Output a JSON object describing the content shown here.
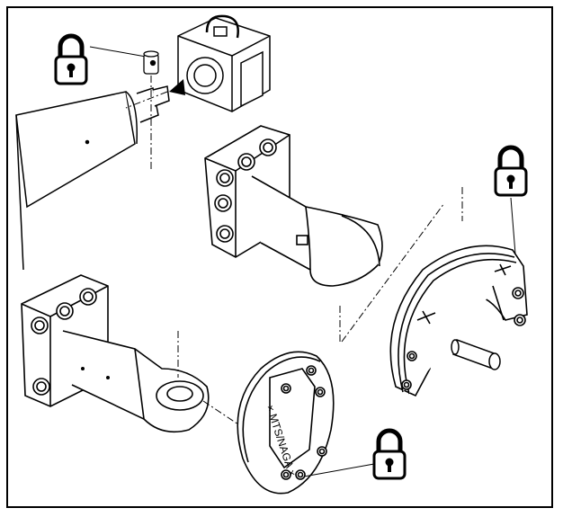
{
  "figure": {
    "locks": [
      {
        "id": "lock-top-left",
        "icon": "padlock-icon"
      },
      {
        "id": "lock-right",
        "icon": "padlock-icon"
      },
      {
        "id": "lock-bottom",
        "icon": "padlock-icon"
      }
    ],
    "plate_text": "× MTS/NAGA ×",
    "colors": {
      "stroke": "#000000",
      "fill": "#ffffff",
      "shade": "#d9d9d9"
    }
  }
}
